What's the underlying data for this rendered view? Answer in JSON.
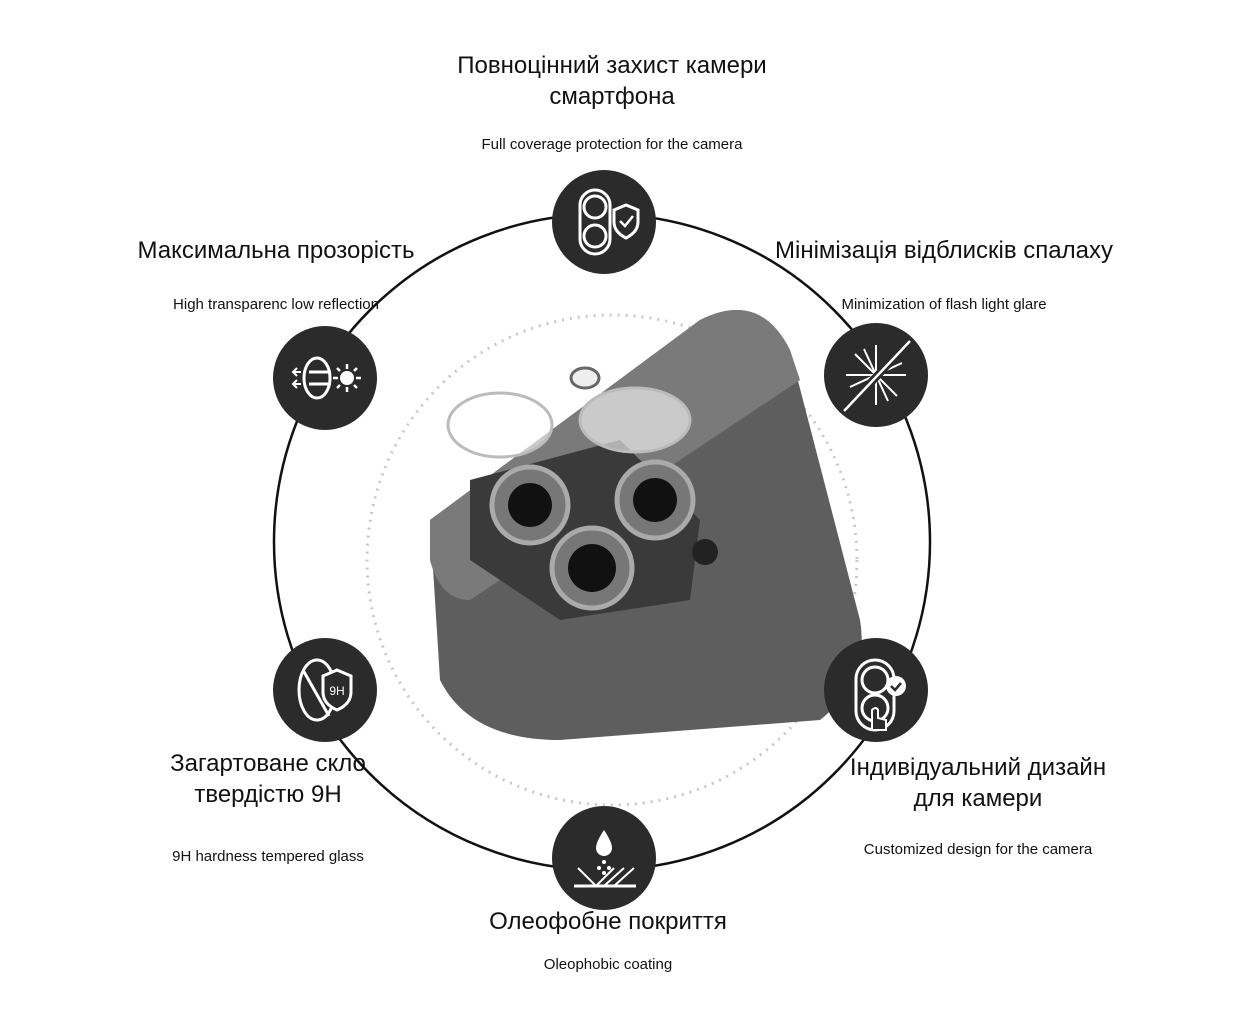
{
  "features": [
    {
      "title_lines": [
        "Повноцінний захист камери",
        "смартфона"
      ],
      "subtitle": "Full coverage protection for the camera",
      "icon": "camera-shield-icon"
    },
    {
      "title_lines": [
        "Максимальна прозорість"
      ],
      "subtitle": "High transparenc low reflection",
      "icon": "transparency-sun-icon"
    },
    {
      "title_lines": [
        "Мінімізація відблисків спалаху"
      ],
      "subtitle": "Minimization of flash light glare",
      "icon": "flash-glare-icon"
    },
    {
      "title_lines": [
        "Загартоване скло",
        "твердістю 9H"
      ],
      "subtitle": "9H hardness tempered glass",
      "icon": "9h-shield-icon",
      "badge": "9H"
    },
    {
      "title_lines": [
        "Індивідуальний дизайн",
        "для камери"
      ],
      "subtitle": "Customized design for the camera",
      "icon": "custom-camera-design-icon"
    },
    {
      "title_lines": [
        "Олеофобне покриття"
      ],
      "subtitle": "Oleophobic coating",
      "icon": "oleophobic-drop-icon"
    }
  ],
  "colors": {
    "icon_bg": "#2b2b2b",
    "ring": "#111111",
    "dotted": "#c8c8c8"
  }
}
